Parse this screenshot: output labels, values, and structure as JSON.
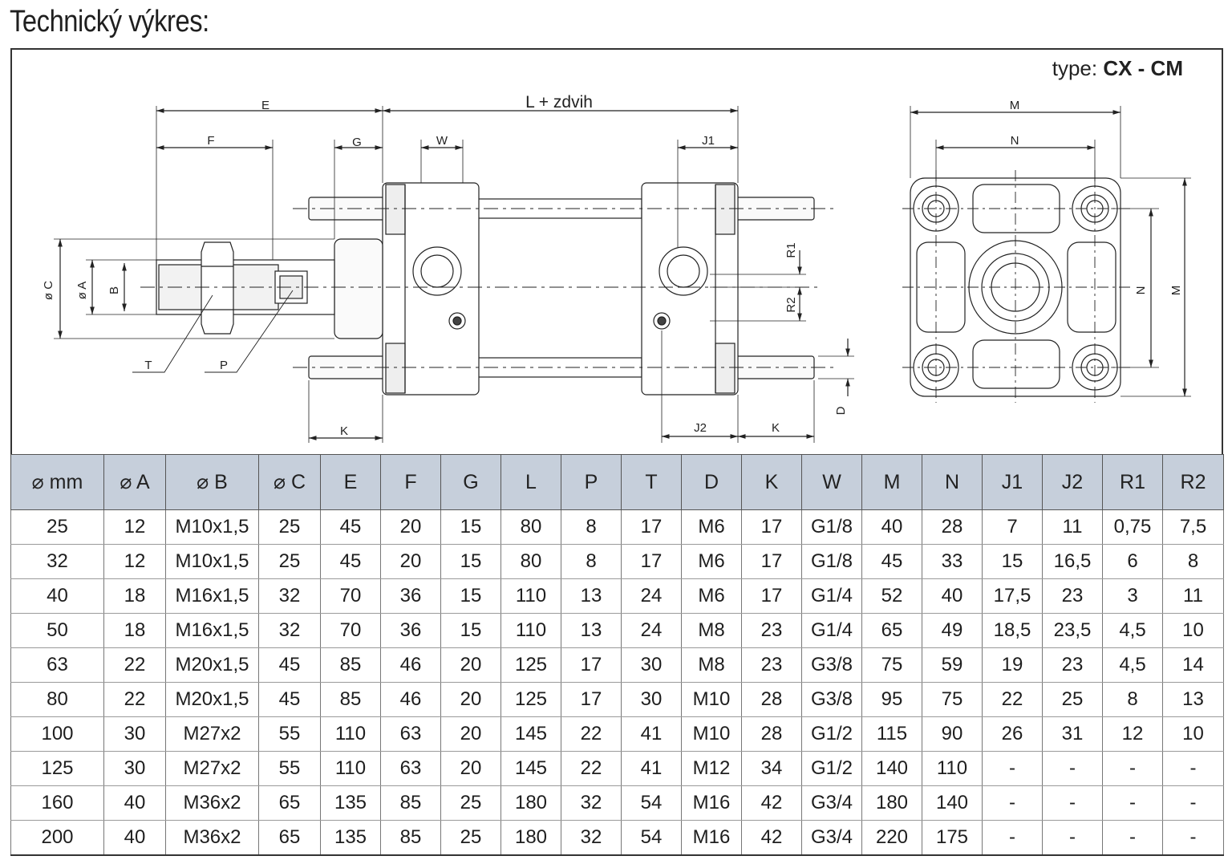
{
  "title": "Technický výkres:",
  "drawing": {
    "type_prefix": "type:",
    "type_value": "CX - CM",
    "labels": {
      "E": "E",
      "L_stroke": "L + zdvih",
      "F": "F",
      "G": "G",
      "W": "W",
      "J1": "J1",
      "M": "M",
      "N": "N",
      "C": "ø C",
      "A": "ø A",
      "B": "B",
      "T": "T",
      "P": "P",
      "K": "K",
      "J2": "J2",
      "D": "D",
      "R1": "R1",
      "R2": "R2"
    }
  },
  "table": {
    "headers": [
      "⌀ mm",
      "⌀ A",
      "⌀ B",
      "⌀ C",
      "E",
      "F",
      "G",
      "L",
      "P",
      "T",
      "D",
      "K",
      "W",
      "M",
      "N",
      "J1",
      "J2",
      "R1",
      "R2"
    ],
    "rows": [
      [
        "25",
        "12",
        "M10x1,5",
        "25",
        "45",
        "20",
        "15",
        "80",
        "8",
        "17",
        "M6",
        "17",
        "G1/8",
        "40",
        "28",
        "7",
        "11",
        "0,75",
        "7,5"
      ],
      [
        "32",
        "12",
        "M10x1,5",
        "25",
        "45",
        "20",
        "15",
        "80",
        "8",
        "17",
        "M6",
        "17",
        "G1/8",
        "45",
        "33",
        "15",
        "16,5",
        "6",
        "8"
      ],
      [
        "40",
        "18",
        "M16x1,5",
        "32",
        "70",
        "36",
        "15",
        "110",
        "13",
        "24",
        "M6",
        "17",
        "G1/4",
        "52",
        "40",
        "17,5",
        "23",
        "3",
        "11"
      ],
      [
        "50",
        "18",
        "M16x1,5",
        "32",
        "70",
        "36",
        "15",
        "110",
        "13",
        "24",
        "M8",
        "23",
        "G1/4",
        "65",
        "49",
        "18,5",
        "23,5",
        "4,5",
        "10"
      ],
      [
        "63",
        "22",
        "M20x1,5",
        "45",
        "85",
        "46",
        "20",
        "125",
        "17",
        "30",
        "M8",
        "23",
        "G3/8",
        "75",
        "59",
        "19",
        "23",
        "4,5",
        "14"
      ],
      [
        "80",
        "22",
        "M20x1,5",
        "45",
        "85",
        "46",
        "20",
        "125",
        "17",
        "30",
        "M10",
        "28",
        "G3/8",
        "95",
        "75",
        "22",
        "25",
        "8",
        "13"
      ],
      [
        "100",
        "30",
        "M27x2",
        "55",
        "110",
        "63",
        "20",
        "145",
        "22",
        "41",
        "M10",
        "28",
        "G1/2",
        "115",
        "90",
        "26",
        "31",
        "12",
        "10"
      ],
      [
        "125",
        "30",
        "M27x2",
        "55",
        "110",
        "63",
        "20",
        "145",
        "22",
        "41",
        "M12",
        "34",
        "G1/2",
        "140",
        "110",
        "-",
        "-",
        "-",
        "-"
      ],
      [
        "160",
        "40",
        "M36x2",
        "65",
        "135",
        "85",
        "25",
        "180",
        "32",
        "54",
        "M16",
        "42",
        "G3/4",
        "180",
        "140",
        "-",
        "-",
        "-",
        "-"
      ],
      [
        "200",
        "40",
        "M36x2",
        "65",
        "135",
        "85",
        "25",
        "180",
        "32",
        "54",
        "M16",
        "42",
        "G3/4",
        "220",
        "175",
        "-",
        "-",
        "-",
        "-"
      ]
    ]
  }
}
